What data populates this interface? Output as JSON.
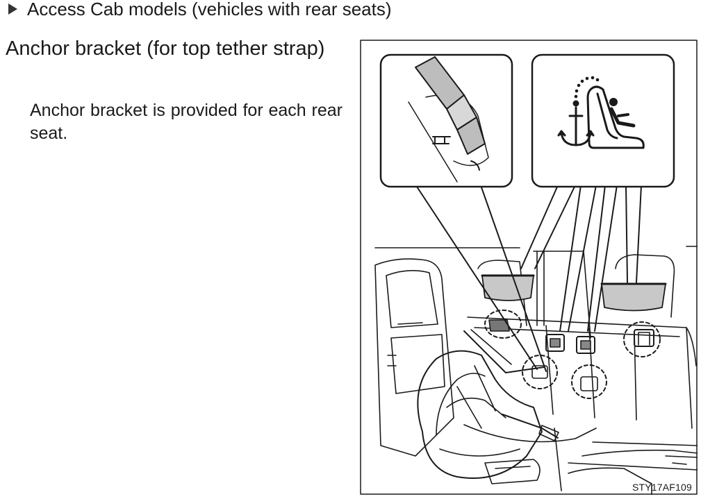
{
  "section": {
    "bullet_icon": "triangle-right-icon",
    "title": "Access Cab models (vehicles with rear seats)"
  },
  "heading": "Anchor bracket (for top tether strap)",
  "body": "Anchor bracket is provided for each rear seat.",
  "figure": {
    "code": "STY17AF109",
    "icons": [
      "tether-anchor-symbol-icon",
      "child-seat-symbol-icon"
    ]
  }
}
